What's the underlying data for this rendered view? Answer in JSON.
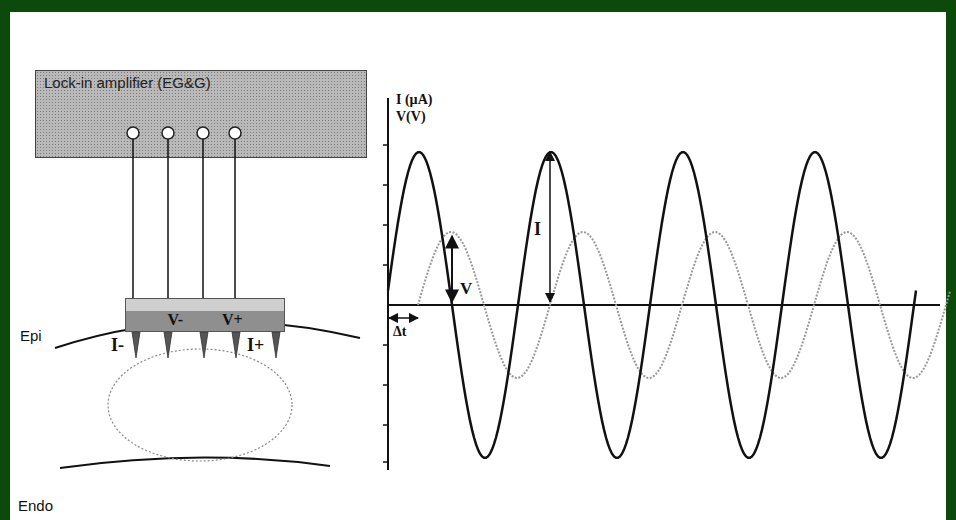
{
  "diagram": {
    "nodes": [
      {
        "text": [
          "Lock-in amplifier (EG&G)"
        ]
      },
      {
        "text": [
          "V-",
          "V+"
        ]
      }
    ],
    "edges": [
      {
        "from": 0,
        "to": 1,
        "arrow": "none"
      },
      {
        "from": 0,
        "to": 1,
        "arrow": "none"
      },
      {
        "from": 0,
        "to": 1,
        "arrow": "none"
      },
      {
        "from": 0,
        "to": 1,
        "arrow": "none"
      }
    ],
    "labels": [
      "Epi",
      "I-",
      "I+",
      "Endo",
      "I (µA)",
      "V(V)",
      "V",
      "I",
      "Δt"
    ]
  }
}
